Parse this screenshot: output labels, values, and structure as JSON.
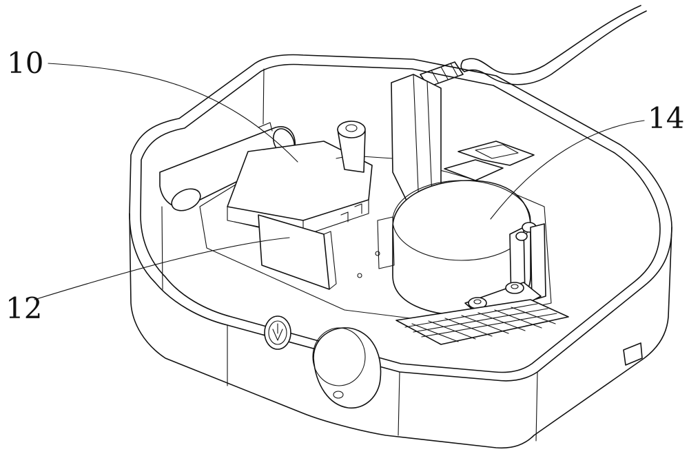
{
  "figure": {
    "labels": [
      {
        "id": "label-10",
        "text": "10"
      },
      {
        "id": "label-12",
        "text": "12"
      },
      {
        "id": "label-14",
        "text": "14"
      }
    ]
  },
  "palette": {
    "line": "#111111",
    "background": "#ffffff"
  }
}
